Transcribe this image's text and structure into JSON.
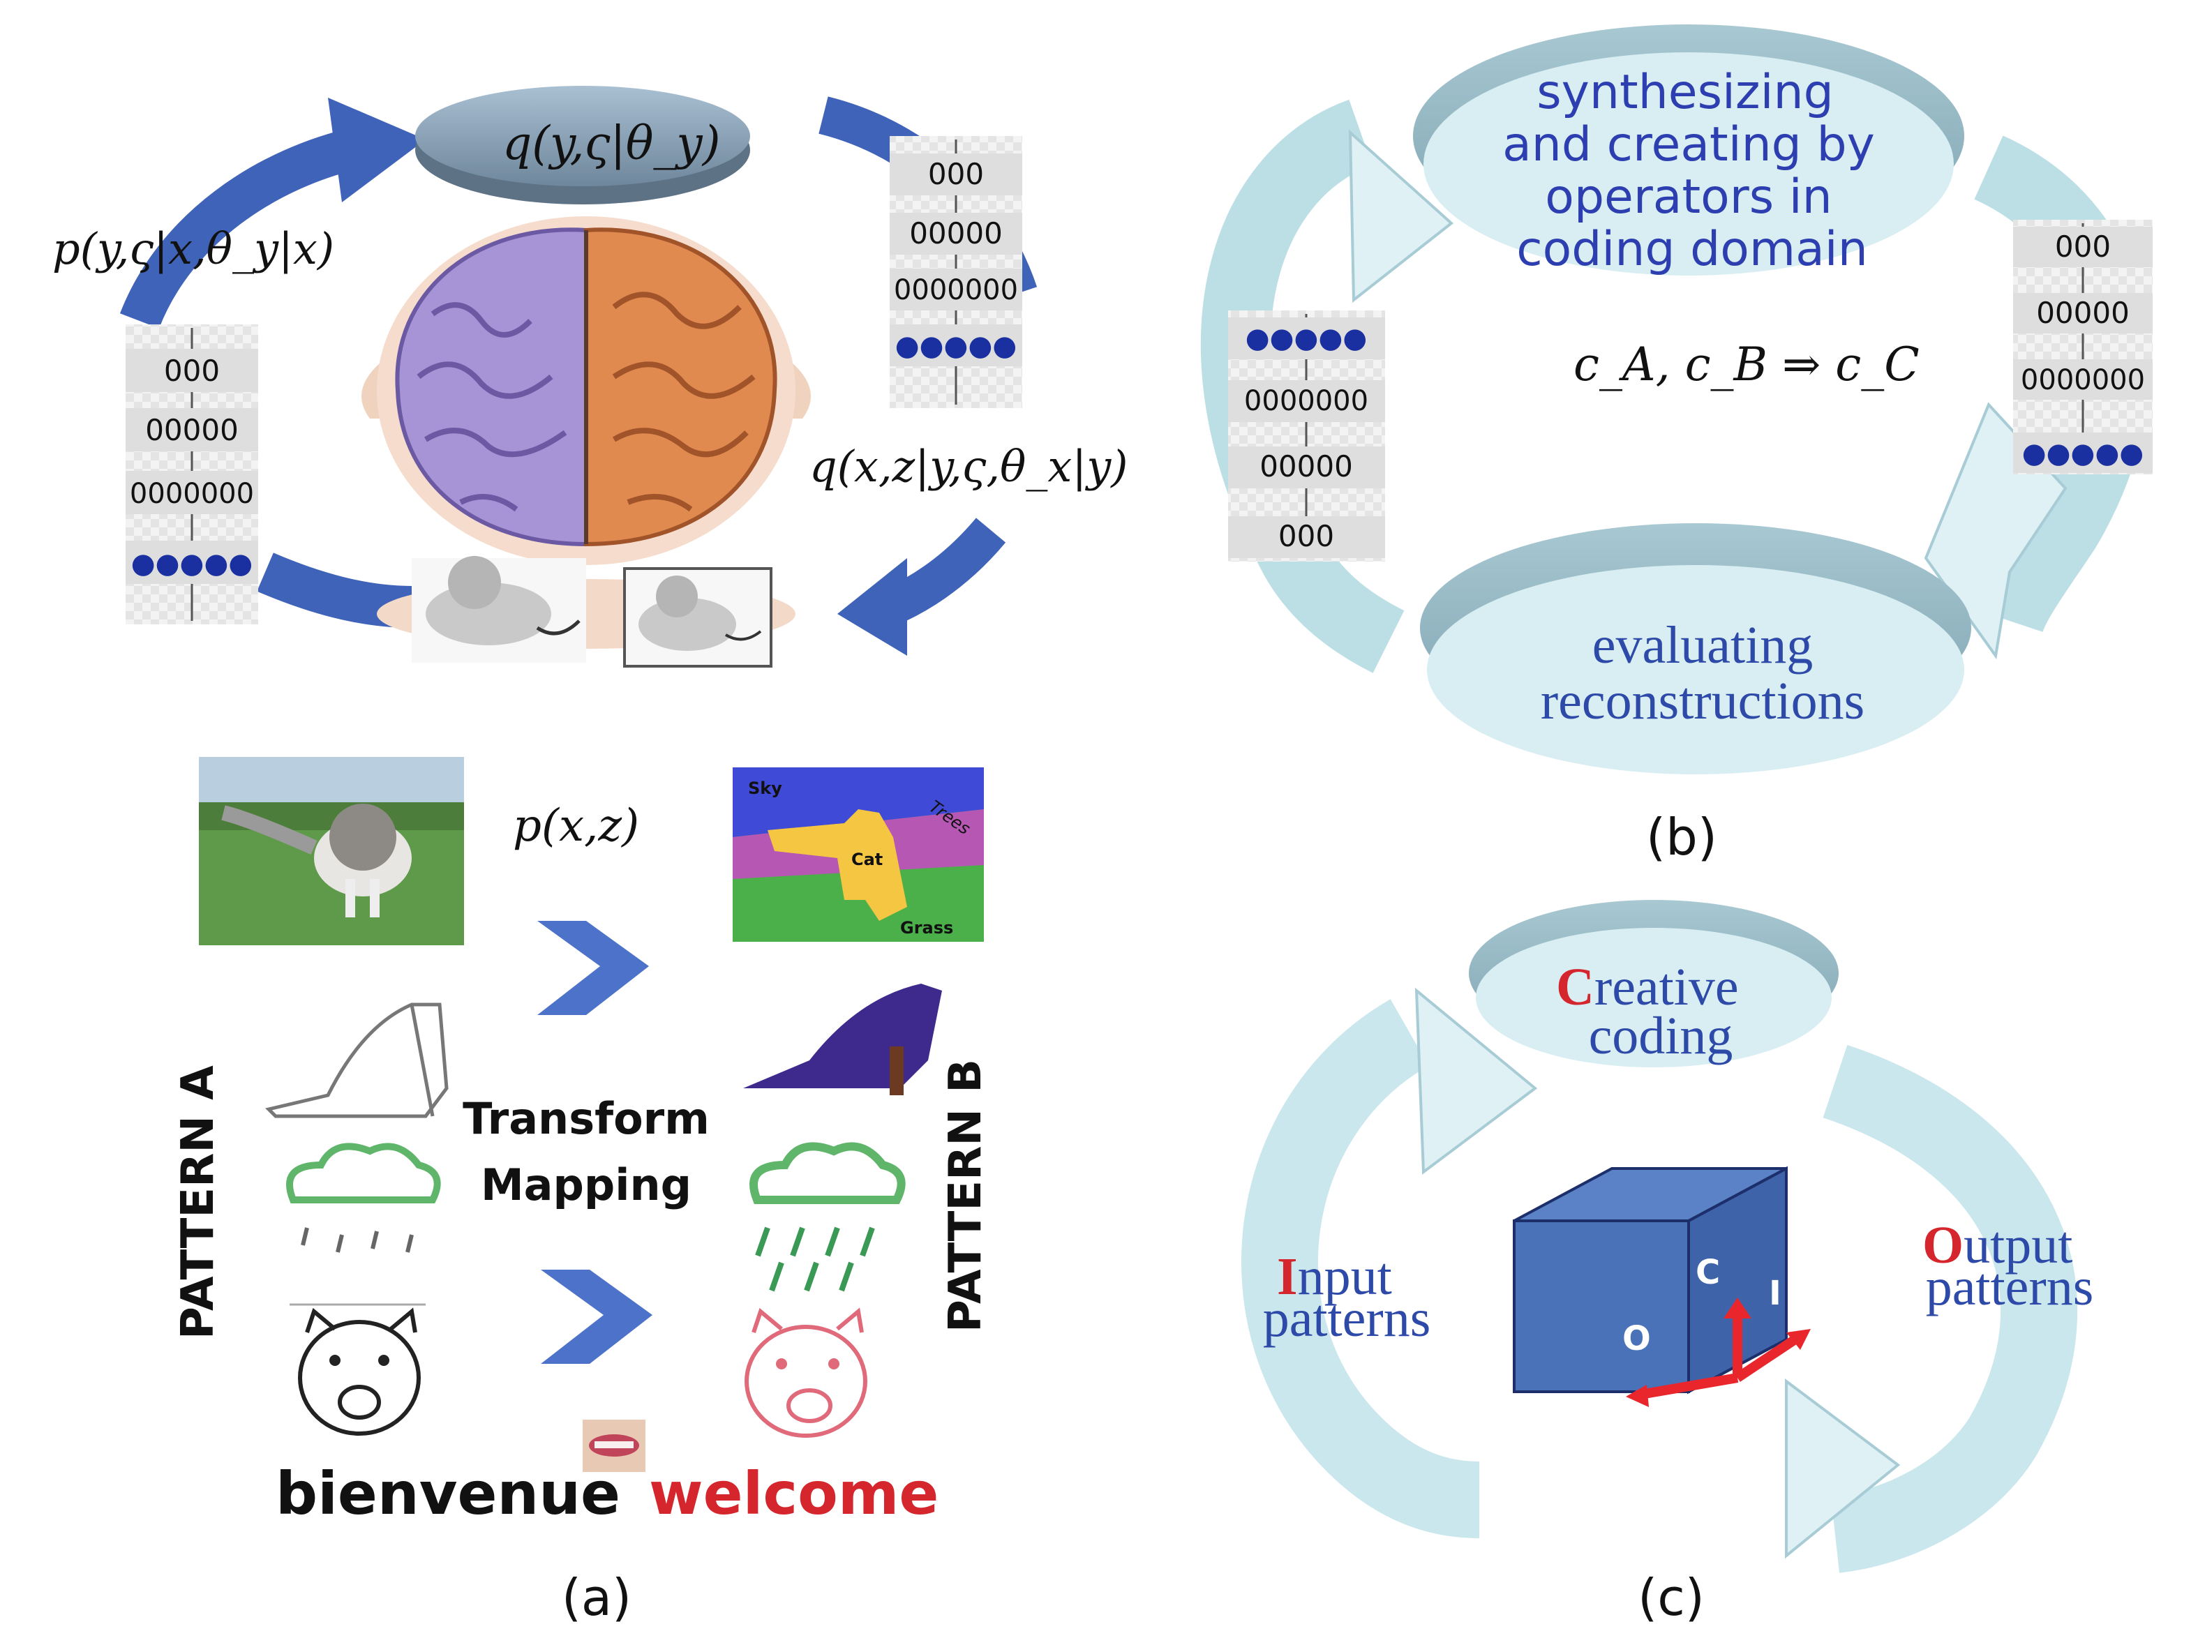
{
  "panel_a": {
    "label": "(a)",
    "top_ellipse_formula": "q(y,ς|θ_y)",
    "left_formula": "p(y,ς|x,θ_y|x)",
    "right_formula": "q(x,z|y,ς,θ_x|y)",
    "pxz_formula": "p(x,z)",
    "stack_left": [
      "000",
      "00000",
      "0000000",
      "●●●●●"
    ],
    "stack_right": [
      "000",
      "00000",
      "0000000",
      "●●●●●"
    ],
    "pattern_a": "PATTERN A",
    "pattern_b": "PATTERN B",
    "transform": "Transform",
    "mapping": "Mapping",
    "word_a": "bienvenue",
    "word_b": "welcome",
    "seg_labels": [
      "Sky",
      "Trees",
      "Cat",
      "Grass"
    ]
  },
  "panel_b": {
    "label": "(b)",
    "top_text": [
      "synthesizing",
      "and creating by",
      "operators in",
      "coding domain"
    ],
    "formula": "c_A, c_B ⇒ c_C",
    "bottom_text": [
      "evaluating",
      "reconstructions"
    ],
    "stack_left": [
      "●●●●●",
      "0000000",
      "00000",
      "000"
    ],
    "stack_right": [
      "000",
      "00000",
      "0000000",
      "●●●●●"
    ]
  },
  "panel_c": {
    "label": "(c)",
    "creative_first": "C",
    "creative_rest": "reative",
    "coding": "coding",
    "input_first": "I",
    "input_rest": "nput",
    "input_second": "patterns",
    "output_first": "O",
    "output_rest": "utput",
    "output_second": "patterns",
    "cube_c": "C",
    "cube_i": "I",
    "cube_o": "O"
  },
  "colors": {
    "arrow_blue": "#3f63b9",
    "light_arrow": "#cfe9ee",
    "cube": "#4a72b8",
    "red": "#d4262c",
    "text_blue": "#2e4aa8"
  }
}
